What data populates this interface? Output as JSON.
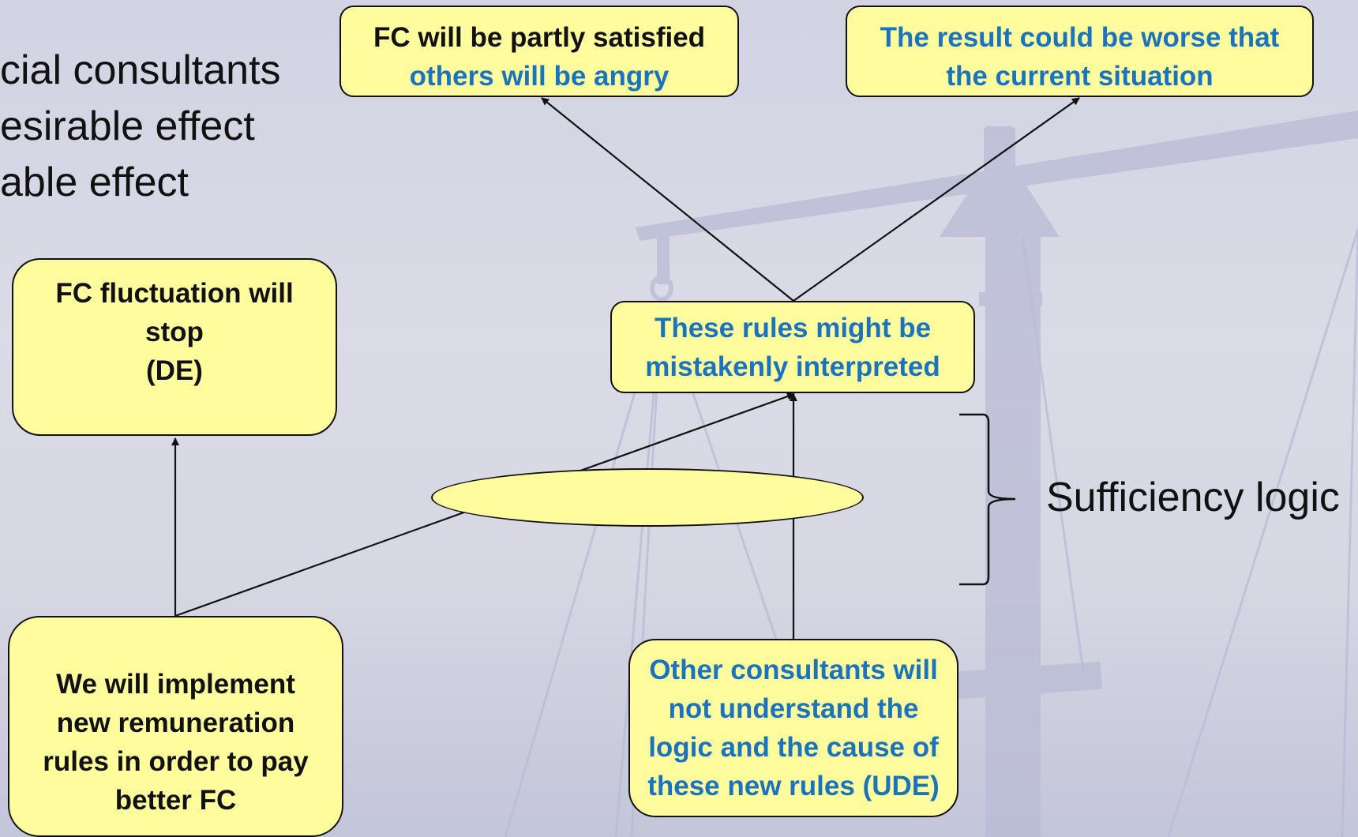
{
  "intro_text": [
    "cial consultants",
    "esirable effect",
    "able effect"
  ],
  "boxes": {
    "partly_satisfied": {
      "line1": "FC will be partly satisfied",
      "line2": "others will be angry"
    },
    "worse_result": {
      "line1": "The result could be worse that",
      "line2": "the current situation"
    },
    "fluctuation_stop": {
      "line1": "FC fluctuation will",
      "line2": "stop",
      "line3": "(DE)"
    },
    "misinterpreted": {
      "line1": "These rules might be",
      "line2": "mistakenly interpreted"
    },
    "implement_rules": {
      "line1": "We will implement",
      "line2": "new remuneration",
      "line3": "rules in order to pay",
      "line4": "better FC"
    },
    "other_consultants": {
      "line1": "Other consultants will",
      "line2": "not understand the",
      "line3": "logic and the cause of",
      "line4": "these new rules (UDE)"
    }
  },
  "sufficiency_label": "Sufficiency logic",
  "colors": {
    "box_fill": "#fffc9e",
    "dark_text": "#111111",
    "blue_text": "#1a73bd",
    "scale_watermark": "#b4b6d4"
  },
  "watermark_icon": "balance-scale-icon"
}
